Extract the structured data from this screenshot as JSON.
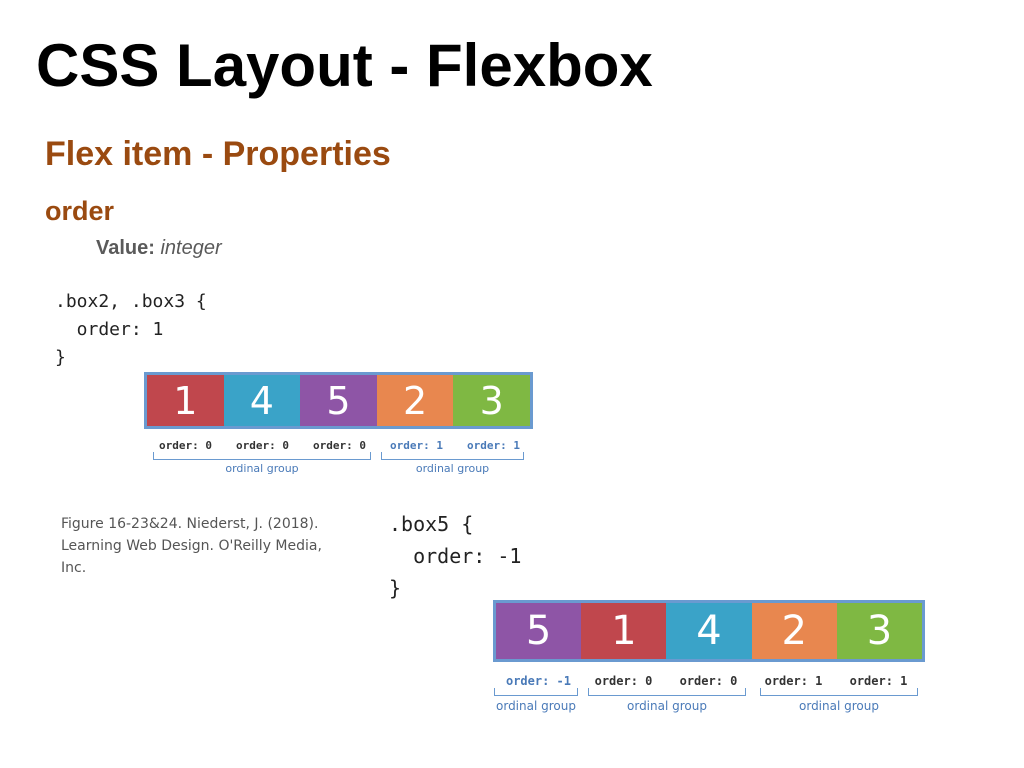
{
  "title": "CSS Layout - Flexbox",
  "subtitle": "Flex item - Properties",
  "property": {
    "name": "order",
    "value_label": "Value:",
    "value_type": "integer"
  },
  "code_blocks": [
    ".box2, .box3 {\n  order: 1\n}",
    ".box5 {\n  order: -1\n}"
  ],
  "figures": [
    {
      "boxes": [
        {
          "label": "1",
          "color": "#c0474d"
        },
        {
          "label": "4",
          "color": "#3aa3c8"
        },
        {
          "label": "5",
          "color": "#8e55a6"
        },
        {
          "label": "2",
          "color": "#e8874f"
        },
        {
          "label": "3",
          "color": "#7fb843"
        }
      ],
      "order_labels": [
        "order: 0",
        "order: 0",
        "order: 0",
        "order: 1",
        "order: 1"
      ],
      "groups": [
        "ordinal group",
        "ordinal group"
      ]
    },
    {
      "boxes": [
        {
          "label": "5",
          "color": "#8e55a6"
        },
        {
          "label": "1",
          "color": "#c0474d"
        },
        {
          "label": "4",
          "color": "#3aa3c8"
        },
        {
          "label": "2",
          "color": "#e8874f"
        },
        {
          "label": "3",
          "color": "#7fb843"
        }
      ],
      "order_labels": [
        "order: -1",
        "order: 0",
        "order: 0",
        "order: 1",
        "order: 1"
      ],
      "groups": [
        "ordinal group",
        "ordinal group",
        "ordinal group"
      ]
    }
  ],
  "citation": "Figure 16-23&24. Niederst, J. (2018). Learning Web Design. O'Reilly Media, Inc."
}
